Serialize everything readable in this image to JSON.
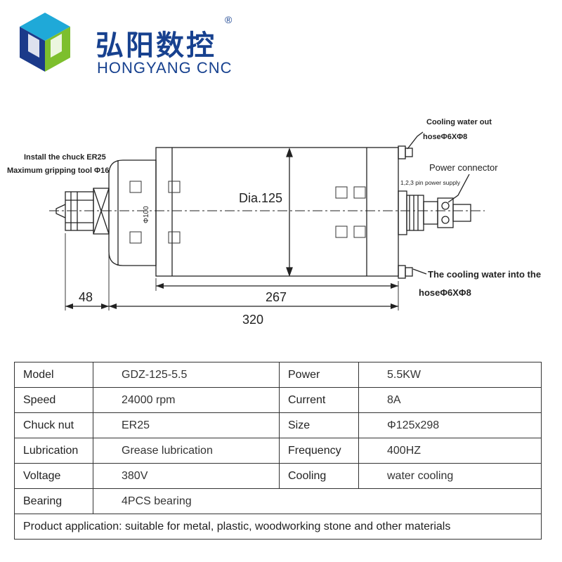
{
  "brand": {
    "name_cn": "弘阳数控",
    "name_en": "HONGYANG CNC",
    "reg_mark": "®",
    "colors": {
      "blue": "#17418f",
      "cyan": "#1fa9d8",
      "green": "#7dbf2d",
      "dark_blue": "#1b3a8a"
    }
  },
  "drawing": {
    "labels": {
      "chuck_line1": "Install the chuck ER25",
      "chuck_line2": "Maximum gripping tool Φ16",
      "phi100": "Φ100",
      "dia": "Dia.125",
      "cooling_out": "Cooling water out",
      "hose_top": "hoseΦ6XΦ8",
      "power_connector": "Power connector",
      "pin_supply": "1,2,3 pin power supply",
      "cooling_in": "The cooling water into the",
      "hose_bottom": "hoseΦ6XΦ8"
    },
    "dimensions": {
      "d48": "48",
      "d267": "267",
      "d320": "320"
    }
  },
  "specs": {
    "rows": [
      {
        "k1": "Model",
        "v1": "GDZ-125-5.5",
        "k2": "Power",
        "v2": "5.5KW"
      },
      {
        "k1": "Speed",
        "v1": "24000 rpm",
        "k2": "Current",
        "v2": "8A"
      },
      {
        "k1": "Chuck nut",
        "v1": "ER25",
        "k2": "Size",
        "v2": "Φ125x298"
      },
      {
        "k1": "Lubrication",
        "v1": "Grease lubrication",
        "k2": "Frequency",
        "v2": "400HZ"
      },
      {
        "k1": "Voltage",
        "v1": "380V",
        "k2": "Cooling",
        "v2": "water cooling"
      },
      {
        "k1": "Bearing",
        "v1": "4PCS bearing"
      }
    ],
    "application_label": "Product application",
    "application_text": ": suitable for metal, plastic, woodworking stone and other materials"
  }
}
